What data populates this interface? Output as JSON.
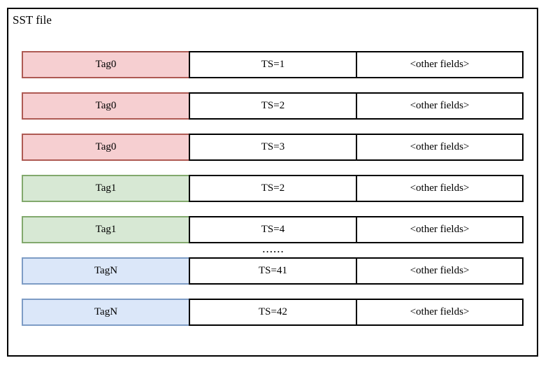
{
  "diagram": {
    "title": "SST file",
    "columns": [
      "tag",
      "timestamp",
      "other"
    ],
    "rows": [
      {
        "tag": "Tag0",
        "ts": "TS=1",
        "other": "<other fields>",
        "color": "red",
        "color_hex": "#f6cfd1",
        "border_hex": "#ae5a53"
      },
      {
        "tag": "Tag0",
        "ts": "TS=2",
        "other": "<other fields>",
        "color": "red",
        "color_hex": "#f6cfd1",
        "border_hex": "#ae5a53"
      },
      {
        "tag": "Tag0",
        "ts": "TS=3",
        "other": "<other fields>",
        "color": "red",
        "color_hex": "#f6cfd1",
        "border_hex": "#ae5a53"
      },
      {
        "tag": "Tag1",
        "ts": "TS=2",
        "other": "<other fields>",
        "color": "green",
        "color_hex": "#d7e8d4",
        "border_hex": "#82a96d"
      },
      {
        "tag": "Tag1",
        "ts": "TS=4",
        "other": "<other fields>",
        "color": "green",
        "color_hex": "#d7e8d4",
        "border_hex": "#82a96d"
      },
      {
        "tag": "TagN",
        "ts": "TS=41",
        "other": "<other fields>",
        "color": "blue",
        "color_hex": "#dbe7f9",
        "border_hex": "#7d9cc5"
      },
      {
        "tag": "TagN",
        "ts": "TS=42",
        "other": "<other fields>",
        "color": "blue",
        "color_hex": "#dbe7f9",
        "border_hex": "#7d9cc5"
      }
    ],
    "ellipsis": "......",
    "ellipsis_after_row_index": 4,
    "outline_color": "#000000",
    "background_color": "#ffffff"
  }
}
